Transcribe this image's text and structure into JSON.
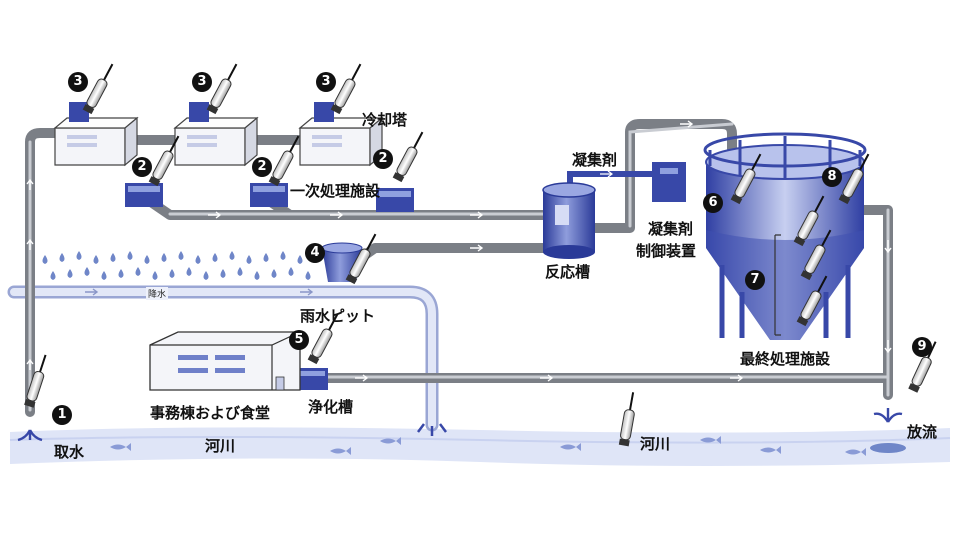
{
  "labels": {
    "cooling_tower": "冷却塔",
    "primary_treatment": "一次処理施設",
    "coagulant": "凝集剤",
    "coagulant_controller_line1": "凝集剤",
    "coagulant_controller_line2": "制御装置",
    "reaction_tank": "反応槽",
    "rainwater_pit": "雨水ピット",
    "rainfall": "降水",
    "septic_tank": "浄化槽",
    "office_building": "事務棟および食堂",
    "final_treatment": "最終処理施設",
    "intake": "取水",
    "river_left": "河川",
    "river_right": "河川",
    "discharge": "放流"
  },
  "markers": {
    "m1": "1",
    "m2": "2",
    "m3": "3",
    "m4": "4",
    "m5": "5",
    "m6": "6",
    "m7": "7",
    "m8": "8",
    "m9": "9"
  },
  "colors": {
    "pipe": "#7b7f86",
    "pipe_light": "#c9d0ea",
    "tank_blue": "#3848a8",
    "tank_light": "#c3cbec",
    "water": "#dfe5f7",
    "rain": "#6f86c8",
    "sensor": "#f2f2f2"
  }
}
